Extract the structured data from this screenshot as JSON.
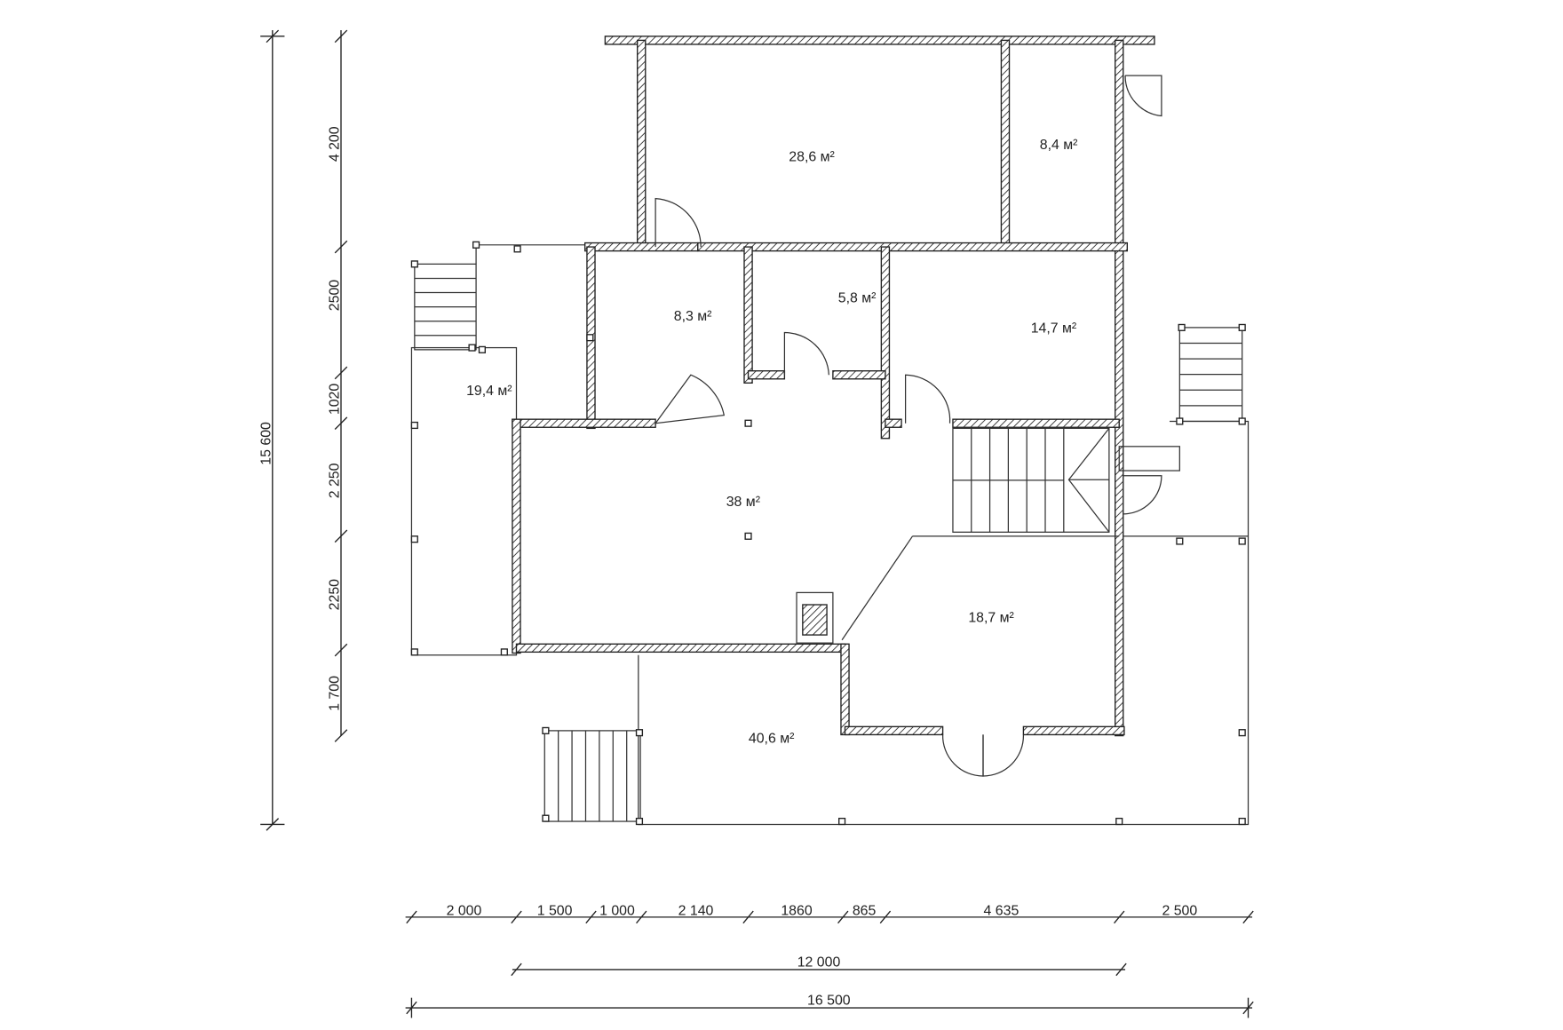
{
  "rooms": [
    {
      "label": "28,6 м²"
    },
    {
      "label": "8,4 м²"
    },
    {
      "label": "8,3 м²"
    },
    {
      "label": "5,8 м²"
    },
    {
      "label": "14,7 м²"
    },
    {
      "label": "19,4 м²"
    },
    {
      "label": "38 м²"
    },
    {
      "label": "18,7 м²"
    },
    {
      "label": "40,6 м²"
    }
  ],
  "dimensions": {
    "vertical_total": "15 600",
    "vertical": [
      "4 200",
      "2500",
      "1020",
      "2 250",
      "2250",
      "1 700"
    ],
    "horizontal": [
      "2 000",
      "1 500",
      "1 000",
      "2 140",
      "1860",
      "865",
      "4 635",
      "2 500"
    ],
    "horizontal_mid": "12 000",
    "horizontal_total": "16 500"
  }
}
